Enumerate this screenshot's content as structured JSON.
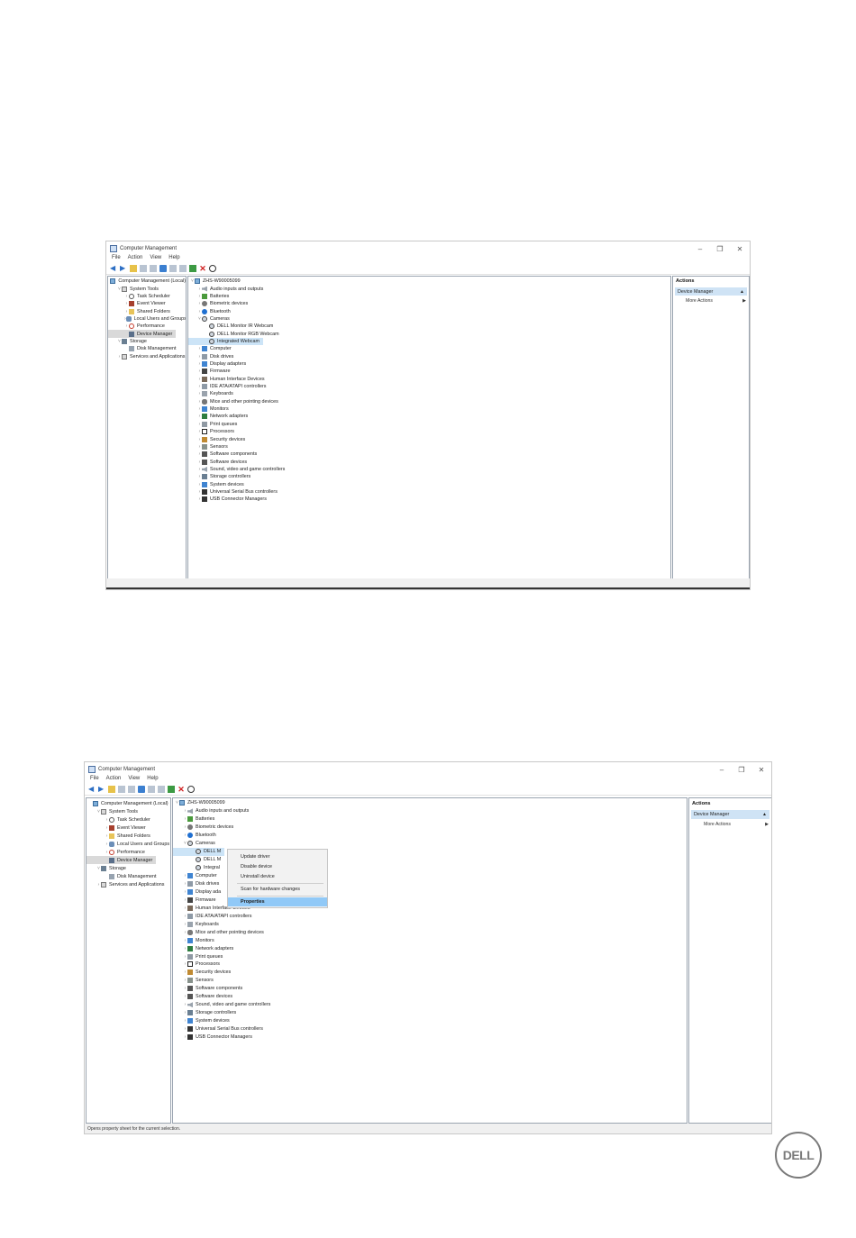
{
  "screenshot1": {
    "title": "Computer Management",
    "menu": [
      "File",
      "Action",
      "View",
      "Help"
    ],
    "left_tree": [
      {
        "label": "Computer Management (Local)",
        "icon": "computer-icon",
        "level": 0,
        "expander": ""
      },
      {
        "label": "System Tools",
        "icon": "tools-icon",
        "level": 1,
        "expander": "˅"
      },
      {
        "label": "Task Scheduler",
        "icon": "clock-icon",
        "level": 2,
        "expander": "›"
      },
      {
        "label": "Event Viewer",
        "icon": "book-icon",
        "level": 2,
        "expander": "›"
      },
      {
        "label": "Shared Folders",
        "icon": "folder-icon",
        "level": 2,
        "expander": "›"
      },
      {
        "label": "Local Users and Groups",
        "icon": "users-icon",
        "level": 2,
        "expander": "›"
      },
      {
        "label": "Performance",
        "icon": "perf-icon",
        "level": 2,
        "expander": "›"
      },
      {
        "label": "Device Manager",
        "icon": "device-manager-icon",
        "level": 2,
        "expander": "",
        "selected": true
      },
      {
        "label": "Storage",
        "icon": "storage-icon",
        "level": 1,
        "expander": "˅"
      },
      {
        "label": "Disk Management",
        "icon": "disk-icon",
        "level": 2,
        "expander": ""
      },
      {
        "label": "Services and Applications",
        "icon": "services-icon",
        "level": 1,
        "expander": "›"
      }
    ],
    "device_tree": [
      {
        "label": "ZHS-W90005099",
        "icon": "computer-icon",
        "level": 0,
        "expander": "˅"
      },
      {
        "label": "Audio inputs and outputs",
        "icon": "speaker-icon",
        "level": 1,
        "expander": "›"
      },
      {
        "label": "Batteries",
        "icon": "battery-icon",
        "level": 1,
        "expander": "›"
      },
      {
        "label": "Biometric devices",
        "icon": "biometric-icon",
        "level": 1,
        "expander": "›"
      },
      {
        "label": "Bluetooth",
        "icon": "bluetooth-icon",
        "level": 1,
        "expander": "›"
      },
      {
        "label": "Cameras",
        "icon": "camera-icon",
        "level": 1,
        "expander": "˅"
      },
      {
        "label": "DELL Monitor IR Webcam",
        "icon": "camera-icon",
        "level": 2,
        "expander": ""
      },
      {
        "label": "DELL Monitor RGB Webcam",
        "icon": "camera-icon",
        "level": 2,
        "expander": ""
      },
      {
        "label": "Integrated Webcam",
        "icon": "camera-icon",
        "level": 2,
        "expander": "",
        "selected": true
      },
      {
        "label": "Computer",
        "icon": "monitor-icon",
        "level": 1,
        "expander": "›"
      },
      {
        "label": "Disk drives",
        "icon": "drive-icon",
        "level": 1,
        "expander": "›"
      },
      {
        "label": "Display adapters",
        "icon": "monitor-icon",
        "level": 1,
        "expander": "›"
      },
      {
        "label": "Firmware",
        "icon": "chip-icon",
        "level": 1,
        "expander": "›"
      },
      {
        "label": "Human Interface Devices",
        "icon": "hid-icon",
        "level": 1,
        "expander": "›"
      },
      {
        "label": "IDE ATA/ATAPI controllers",
        "icon": "drive-icon",
        "level": 1,
        "expander": "›"
      },
      {
        "label": "Keyboards",
        "icon": "keyboard-icon",
        "level": 1,
        "expander": "›"
      },
      {
        "label": "Mice and other pointing devices",
        "icon": "mouse-icon",
        "level": 1,
        "expander": "›"
      },
      {
        "label": "Monitors",
        "icon": "monitor-icon",
        "level": 1,
        "expander": "›"
      },
      {
        "label": "Network adapters",
        "icon": "network-icon",
        "level": 1,
        "expander": "›"
      },
      {
        "label": "Print queues",
        "icon": "printer-icon",
        "level": 1,
        "expander": "›"
      },
      {
        "label": "Processors",
        "icon": "cpu-icon",
        "level": 1,
        "expander": "›"
      },
      {
        "label": "Security devices",
        "icon": "lock-icon",
        "level": 1,
        "expander": "›"
      },
      {
        "label": "Sensors",
        "icon": "sensor-icon",
        "level": 1,
        "expander": "›"
      },
      {
        "label": "Software components",
        "icon": "software-icon",
        "level": 1,
        "expander": "›"
      },
      {
        "label": "Software devices",
        "icon": "software-icon",
        "level": 1,
        "expander": "›"
      },
      {
        "label": "Sound, video and game controllers",
        "icon": "sound-icon",
        "level": 1,
        "expander": "›"
      },
      {
        "label": "Storage controllers",
        "icon": "storage-icon",
        "level": 1,
        "expander": "›"
      },
      {
        "label": "System devices",
        "icon": "system-icon",
        "level": 1,
        "expander": "›"
      },
      {
        "label": "Universal Serial Bus controllers",
        "icon": "usb-icon",
        "level": 1,
        "expander": "›"
      },
      {
        "label": "USB Connector Managers",
        "icon": "usb-icon",
        "level": 1,
        "expander": "›"
      }
    ],
    "actions": {
      "title": "Actions",
      "header": "Device Manager",
      "more": "More Actions"
    }
  },
  "screenshot2": {
    "title": "Computer Management",
    "menu": [
      "File",
      "Action",
      "View",
      "Help"
    ],
    "left_tree": [
      {
        "label": "Computer Management (Local)",
        "icon": "computer-icon",
        "level": 0,
        "expander": ""
      },
      {
        "label": "System Tools",
        "icon": "tools-icon",
        "level": 1,
        "expander": "˅"
      },
      {
        "label": "Task Scheduler",
        "icon": "clock-icon",
        "level": 2,
        "expander": "›"
      },
      {
        "label": "Event Viewer",
        "icon": "book-icon",
        "level": 2,
        "expander": "›"
      },
      {
        "label": "Shared Folders",
        "icon": "folder-icon",
        "level": 2,
        "expander": "›"
      },
      {
        "label": "Local Users and Groups",
        "icon": "users-icon",
        "level": 2,
        "expander": "›"
      },
      {
        "label": "Performance",
        "icon": "perf-icon",
        "level": 2,
        "expander": "›"
      },
      {
        "label": "Device Manager",
        "icon": "device-manager-icon",
        "level": 2,
        "expander": "",
        "selected": true
      },
      {
        "label": "Storage",
        "icon": "storage-icon",
        "level": 1,
        "expander": "˅"
      },
      {
        "label": "Disk Management",
        "icon": "disk-icon",
        "level": 2,
        "expander": ""
      },
      {
        "label": "Services and Applications",
        "icon": "services-icon",
        "level": 1,
        "expander": "›"
      }
    ],
    "device_tree": [
      {
        "label": "ZHS-W90005099",
        "icon": "computer-icon",
        "level": 0,
        "expander": "˅"
      },
      {
        "label": "Audio inputs and outputs",
        "icon": "speaker-icon",
        "level": 1,
        "expander": "›"
      },
      {
        "label": "Batteries",
        "icon": "battery-icon",
        "level": 1,
        "expander": "›"
      },
      {
        "label": "Biometric devices",
        "icon": "biometric-icon",
        "level": 1,
        "expander": "›"
      },
      {
        "label": "Bluetooth",
        "icon": "bluetooth-icon",
        "level": 1,
        "expander": "›"
      },
      {
        "label": "Cameras",
        "icon": "camera-icon",
        "level": 1,
        "expander": "˅"
      },
      {
        "label": "DELL M",
        "icon": "camera-icon",
        "level": 2,
        "expander": "",
        "selected": true
      },
      {
        "label": "DELL M",
        "icon": "camera-icon",
        "level": 2,
        "expander": ""
      },
      {
        "label": "Integral",
        "icon": "camera-icon",
        "level": 2,
        "expander": ""
      },
      {
        "label": "Computer",
        "icon": "monitor-icon",
        "level": 1,
        "expander": "›"
      },
      {
        "label": "Disk drives",
        "icon": "drive-icon",
        "level": 1,
        "expander": "›"
      },
      {
        "label": "Display ada",
        "icon": "monitor-icon",
        "level": 1,
        "expander": "›"
      },
      {
        "label": "Firmware",
        "icon": "chip-icon",
        "level": 1,
        "expander": "›"
      },
      {
        "label": "Human Interface Devices",
        "icon": "hid-icon",
        "level": 1,
        "expander": "›"
      },
      {
        "label": "IDE ATA/ATAPI controllers",
        "icon": "drive-icon",
        "level": 1,
        "expander": "›"
      },
      {
        "label": "Keyboards",
        "icon": "keyboard-icon",
        "level": 1,
        "expander": "›"
      },
      {
        "label": "Mice and other pointing devices",
        "icon": "mouse-icon",
        "level": 1,
        "expander": "›"
      },
      {
        "label": "Monitors",
        "icon": "monitor-icon",
        "level": 1,
        "expander": "›"
      },
      {
        "label": "Network adapters",
        "icon": "network-icon",
        "level": 1,
        "expander": "›"
      },
      {
        "label": "Print queues",
        "icon": "printer-icon",
        "level": 1,
        "expander": "›"
      },
      {
        "label": "Processors",
        "icon": "cpu-icon",
        "level": 1,
        "expander": "›"
      },
      {
        "label": "Security devices",
        "icon": "lock-icon",
        "level": 1,
        "expander": "›"
      },
      {
        "label": "Sensors",
        "icon": "sensor-icon",
        "level": 1,
        "expander": "›"
      },
      {
        "label": "Software components",
        "icon": "software-icon",
        "level": 1,
        "expander": "›"
      },
      {
        "label": "Software devices",
        "icon": "software-icon",
        "level": 1,
        "expander": "›"
      },
      {
        "label": "Sound, video and game controllers",
        "icon": "sound-icon",
        "level": 1,
        "expander": "›"
      },
      {
        "label": "Storage controllers",
        "icon": "storage-icon",
        "level": 1,
        "expander": "›"
      },
      {
        "label": "System devices",
        "icon": "system-icon",
        "level": 1,
        "expander": "›"
      },
      {
        "label": "Universal Serial Bus controllers",
        "icon": "usb-icon",
        "level": 1,
        "expander": "›"
      },
      {
        "label": "USB Connector Managers",
        "icon": "usb-icon",
        "level": 1,
        "expander": "›"
      }
    ],
    "context_menu": [
      "Update driver",
      "Disable device",
      "Uninstall device",
      "Scan for hardware changes",
      "Properties"
    ],
    "actions": {
      "title": "Actions",
      "header": "Device Manager",
      "more": "More Actions"
    },
    "status_text": "Opens property sheet for the current selection."
  },
  "window_controls": {
    "minimize": "–",
    "restore": "❐",
    "close": "✕"
  },
  "logo_text": "DELL",
  "colors": {
    "selection": "#cce4f7",
    "actions_header": "#cfe3f5",
    "context_highlight": "#91c9f7"
  }
}
